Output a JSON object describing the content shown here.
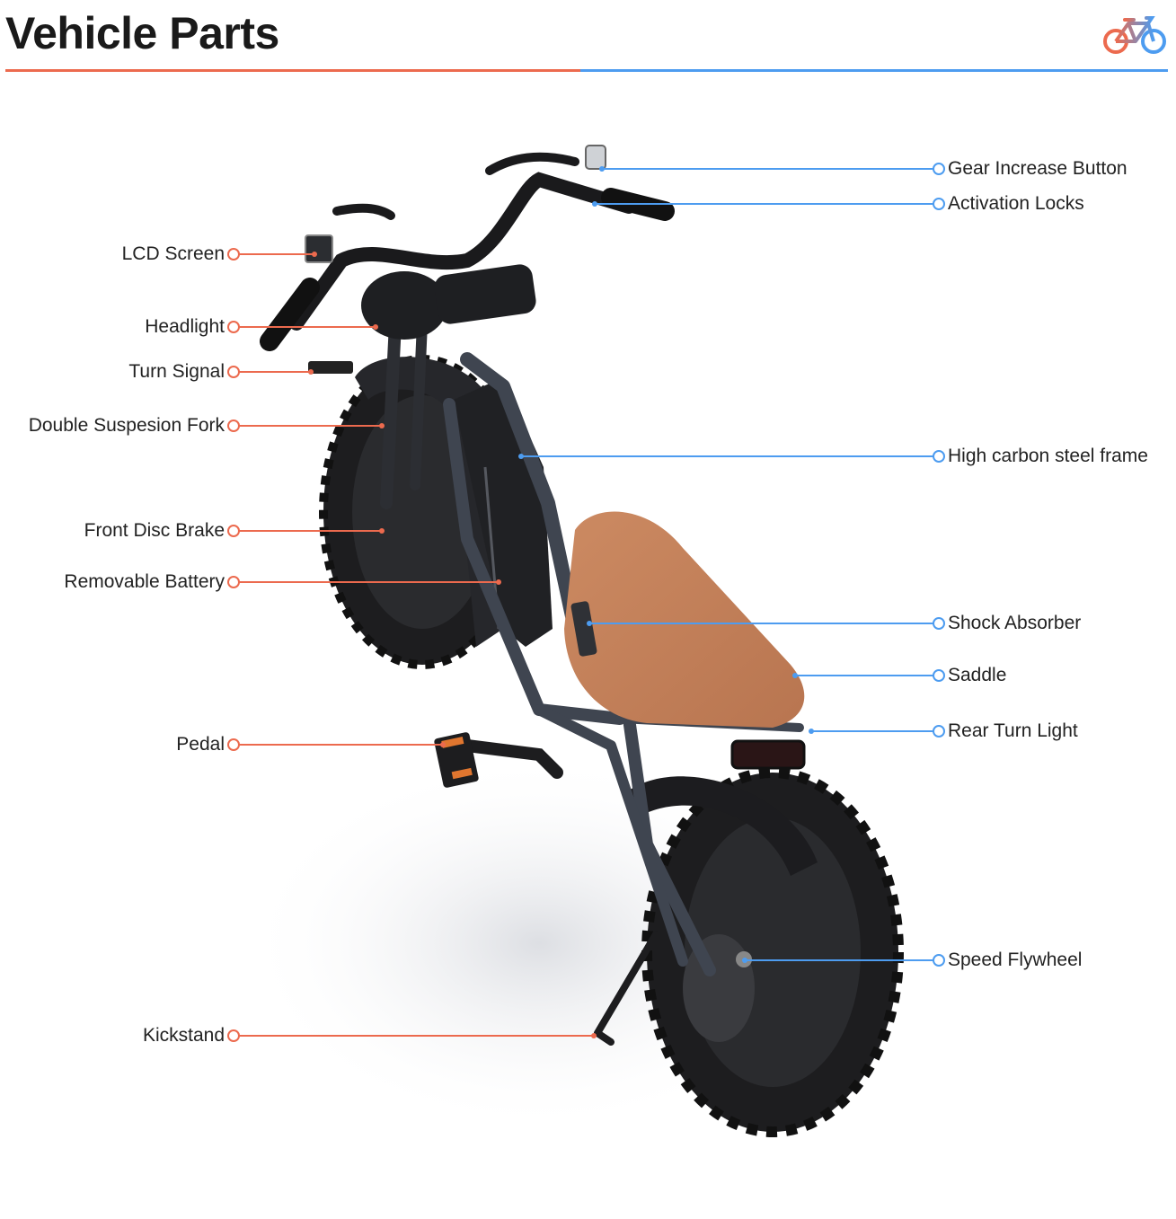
{
  "title": "Vehicle Parts",
  "colors": {
    "accent_left": "#ec6a4e",
    "accent_right": "#4d9cf0",
    "saddle": "#c27e57",
    "frame": "#3f4550",
    "tire": "#1d1d1f"
  },
  "logo_icon": "bicycle-icon",
  "callouts_left": [
    {
      "id": "lcd-screen",
      "label": "LCD Screen"
    },
    {
      "id": "headlight",
      "label": "Headlight"
    },
    {
      "id": "turn-signal",
      "label": "Turn Signal"
    },
    {
      "id": "double-suspension-fork",
      "label": "Double Suspesion Fork"
    },
    {
      "id": "front-disc-brake",
      "label": "Front Disc Brake"
    },
    {
      "id": "removable-battery",
      "label": "Removable Battery"
    },
    {
      "id": "pedal",
      "label": "Pedal"
    },
    {
      "id": "kickstand",
      "label": "Kickstand"
    }
  ],
  "callouts_right": [
    {
      "id": "gear-increase-button",
      "label": "Gear Increase Button"
    },
    {
      "id": "activation-locks",
      "label": "Activation Locks"
    },
    {
      "id": "high-carbon-steel-frame",
      "label": "High carbon steel frame"
    },
    {
      "id": "shock-absorber",
      "label": "Shock Absorber"
    },
    {
      "id": "saddle",
      "label": "Saddle"
    },
    {
      "id": "rear-turn-light",
      "label": "Rear Turn Light"
    },
    {
      "id": "speed-flywheel",
      "label": "Speed Flywheel"
    }
  ]
}
